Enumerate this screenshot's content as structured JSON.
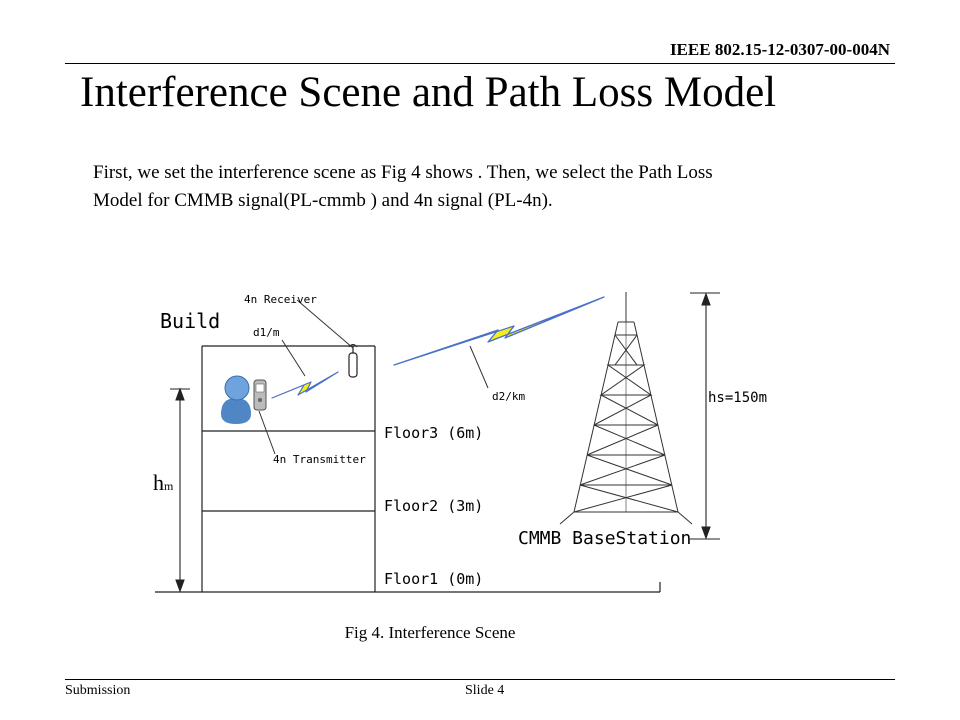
{
  "header": {
    "doc_id": "IEEE 802.15-12-0307-00-004N"
  },
  "slide": {
    "title": "Interference Scene and Path Loss Model",
    "body_lines": [
      "First, we set the interference scene as Fig 4 shows . Then, we select the Path Loss",
      "Model for CMMB signal(PL-cmmb ) and  4n signal (PL-4n)."
    ]
  },
  "figure": {
    "labels": {
      "build": "Build",
      "receiver": "4n Receiver",
      "d1": "d1/m",
      "d2": "d2/km",
      "transmitter": "4n Transmitter",
      "floor3": "Floor3 (6m)",
      "floor2": "Floor2 (3m)",
      "floor1": "Floor1 (0m)",
      "hm_main": "h",
      "hm_sub": "m",
      "hs": "hs=150m",
      "basestation": "CMMB BaseStation"
    },
    "caption": "Fig 4. Interference Scene",
    "colors": {
      "signal_fill": "#f2ee1a",
      "signal_edge": "#4a70c8",
      "person": "#4f86c6"
    },
    "icons": [
      "person-icon",
      "phone-icon",
      "receiver-antenna-icon",
      "tower-icon",
      "lightning-signal-icon"
    ]
  },
  "footer": {
    "left": "Submission",
    "center": "Slide 4"
  }
}
